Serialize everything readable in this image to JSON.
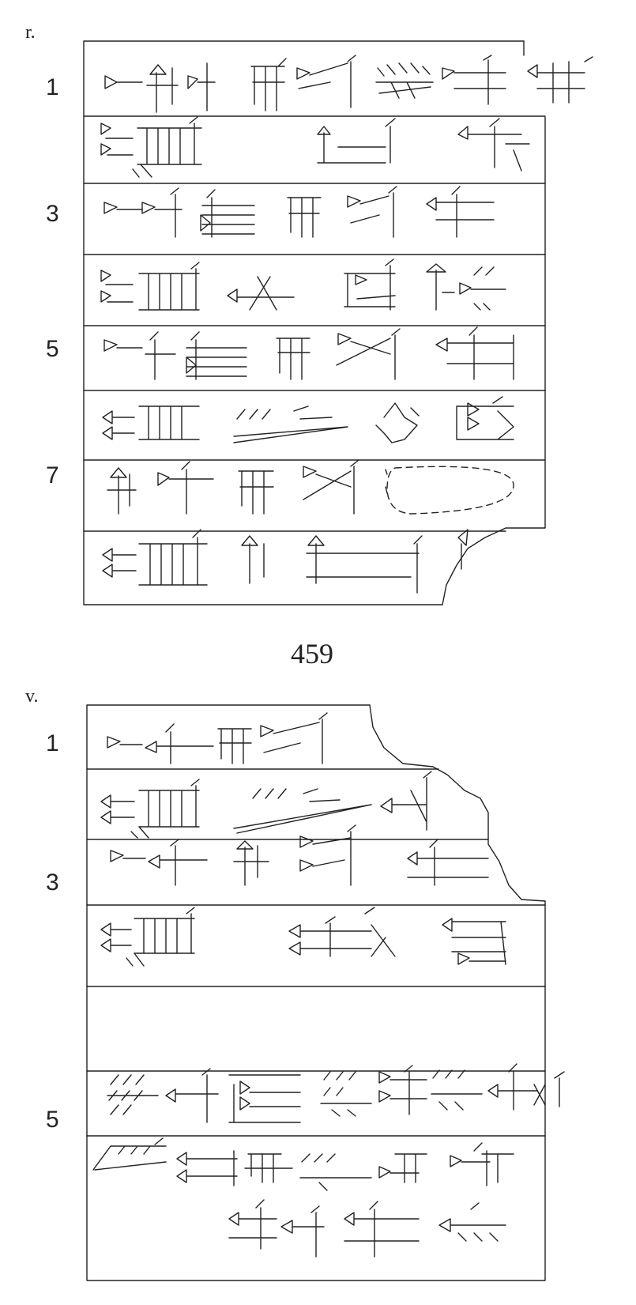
{
  "obverse": {
    "face_label": "r.",
    "line_numbers": [
      "1",
      "3",
      "5",
      "7"
    ]
  },
  "tablet_number": "459",
  "reverse": {
    "face_label": "v.",
    "line_numbers": [
      "1",
      "3",
      "5"
    ]
  }
}
